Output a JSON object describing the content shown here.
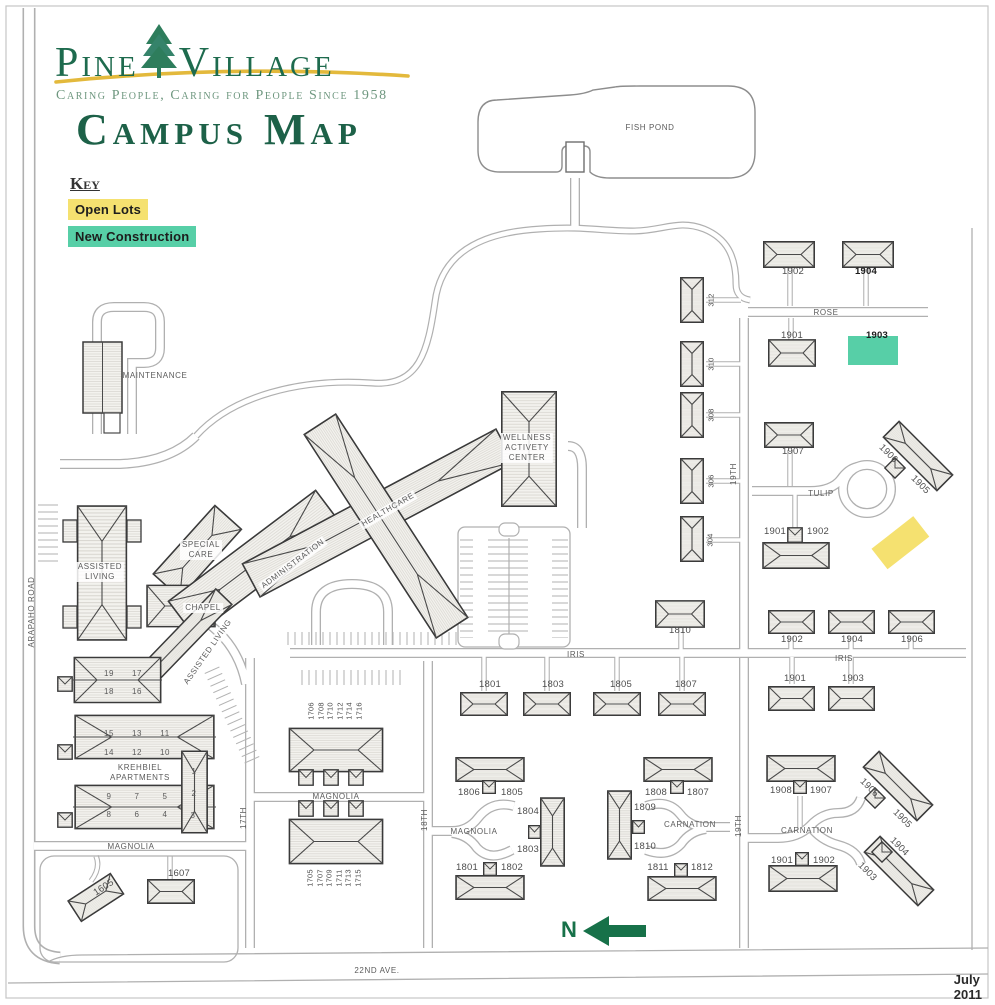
{
  "logo": {
    "name_first": "Pine",
    "name_second": "Village",
    "tagline": "Caring People, Caring for People Since 1958",
    "title": "Campus Map"
  },
  "key": {
    "heading": "Key",
    "open_lots": "Open Lots",
    "new_construction": "New Construction"
  },
  "colors": {
    "open_lot": "#F5E170",
    "new_construction": "#57CFA7",
    "brand_green": "#1E6B4E",
    "arrow_green": "#177149",
    "swoosh_gold": "#E3B93C"
  },
  "page": {
    "date": "July 2011",
    "north": "N"
  },
  "places": {
    "fish_pond": "FISH POND",
    "maintenance": "MAINTENANCE",
    "assisted_living": "ASSISTED\nLIVING",
    "assisted_living_wing": "ASSISTED LIVING",
    "special_care": "SPECIAL\nCARE",
    "chapel": "CHAPEL",
    "administration": "ADMINISTRATION",
    "healthcare": "HEALTHCARE",
    "wellness": "WELLNESS\nACTIVETY\nCENTER",
    "krehbiel": "KREHBIEL\nAPARTMENTS"
  },
  "streets": {
    "rose": "ROSE",
    "tulip": "TULIP",
    "iris_center": "IRIS",
    "iris_east": "IRIS",
    "magnolia_west": "MAGNOLIA",
    "magnolia_mid": "MAGNOLIA",
    "magnolia_cluster": "MAGNOLIA",
    "carnation_cluster": "CARNATION",
    "carnation_east": "CARNATION",
    "seventeenth": "17TH",
    "eighteenth": "18TH",
    "nineteenth_north": "19TH",
    "nineteenth_south": "19TH",
    "twentysecond": "22ND AVE.",
    "arapaho": "ARAPAHO ROAD"
  },
  "houses": {
    "rose_north": [
      "1902",
      "1904"
    ],
    "rose_south": [
      "1901",
      "1903"
    ],
    "tulip_north": "1907",
    "tulip_angled": [
      "1906",
      "1905"
    ],
    "tulip_duplex": [
      "1901",
      "1902"
    ],
    "iris_east_north": [
      "1902",
      "1904",
      "1906"
    ],
    "iris_east_south": [
      "1901",
      "1903"
    ],
    "court300": [
      "312",
      "310",
      "308",
      "306",
      "304"
    ],
    "b1810": "1810",
    "iris_center_row": [
      "1801",
      "1803",
      "1805",
      "1807"
    ],
    "magnolia_court": [
      "1806",
      "1805",
      "1804",
      "1803",
      "1801",
      "1802"
    ],
    "carnation_court": [
      "1808",
      "1807",
      "1809",
      "1810",
      "1811",
      "1812"
    ],
    "carnation_east_court": [
      "1908",
      "1907",
      "1901",
      "1902"
    ],
    "carnation_angled": [
      "1906",
      "1905",
      "1904",
      "1903"
    ],
    "magnolia_south": [
      "1605",
      "1607"
    ],
    "block_1706": [
      "1706",
      "1708",
      "1710",
      "1712",
      "1714",
      "1716"
    ],
    "block_1705": [
      "1705",
      "1707",
      "1709",
      "1711",
      "1713",
      "1715"
    ],
    "krehbiel_units": [
      "19",
      "17",
      "18",
      "16",
      "15",
      "13",
      "11",
      "14",
      "12",
      "10",
      "9",
      "7",
      "5",
      "8",
      "6",
      "4",
      "1",
      "2",
      "3"
    ]
  }
}
